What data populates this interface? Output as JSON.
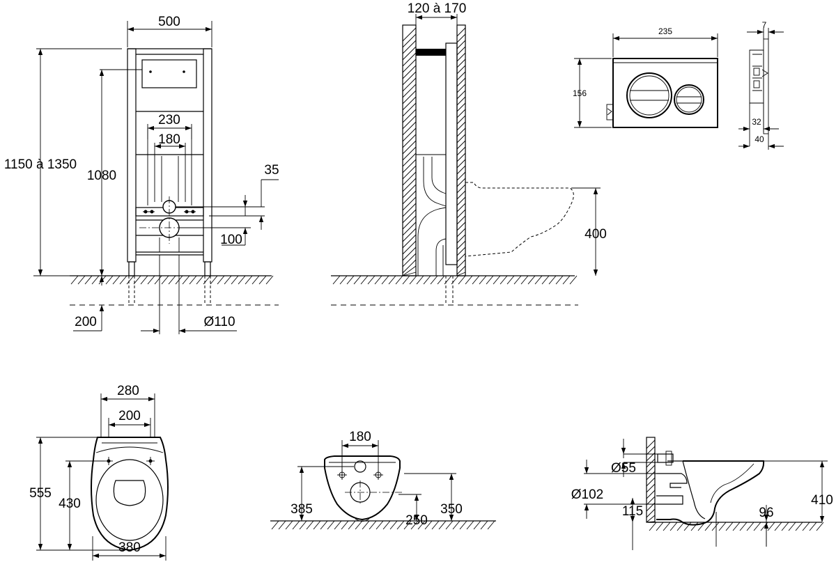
{
  "views": {
    "frame_front": {
      "frame_width": "500",
      "total_height": "1150 à 1350",
      "frame_height": "1080",
      "bracket_outer": "230",
      "bracket_inner": "180",
      "offset_top": "35",
      "offset_drain": "100",
      "foot_depth": "200",
      "drain_diameter": "Ø110"
    },
    "frame_side": {
      "wall_depth": "120 à 170",
      "bowl_height": "400"
    },
    "flush_plate": {
      "width": "235",
      "height": "156",
      "depth_top": "7",
      "depth_mid": "32",
      "depth_bottom": "40"
    },
    "bowl_top": {
      "outer_width": "280",
      "hole_spacing": "200",
      "length": "555",
      "inner_length": "430",
      "base_width": "380"
    },
    "bowl_back": {
      "hole_spacing": "180",
      "height_total": "385",
      "height_drain": "250",
      "height_top": "350"
    },
    "bowl_side": {
      "inlet_diameter": "Ø55",
      "outlet_diameter": "Ø102",
      "height": "410",
      "outlet_height": "115",
      "outlet_offset": "96"
    }
  }
}
